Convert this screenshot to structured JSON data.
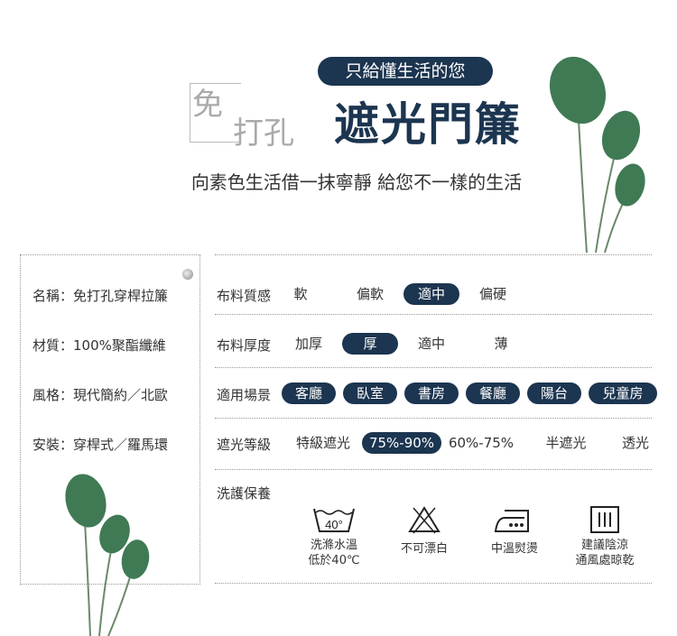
{
  "header": {
    "tagline": "只給懂生活的您",
    "prefix_1": "免",
    "prefix_2": "打孔",
    "title": "遮光門簾",
    "subtitle": "向素色生活借一抹寧靜 給您不一樣的生活"
  },
  "specs": [
    "名稱：免打孔穿桿拉簾",
    "材質：100%聚酯纖維",
    "風格：現代簡約／北歐",
    "安裝：穿桿式／羅馬環"
  ],
  "attributes": [
    {
      "label": "布料質感",
      "options": [
        "軟",
        "偏軟",
        "適中",
        "偏硬"
      ],
      "selected": "適中"
    },
    {
      "label": "布料厚度",
      "options": [
        "加厚",
        "厚",
        "適中",
        "薄"
      ],
      "selected": "厚"
    },
    {
      "label": "適用場景",
      "options": [
        "客廳",
        "臥室",
        "書房",
        "餐廳",
        "陽台",
        "兒童房"
      ],
      "selected": "all"
    },
    {
      "label": "遮光等級",
      "options": [
        "特級遮光",
        "75%-90%",
        "60%-75%",
        "半遮光",
        "透光"
      ],
      "selected": "75%-90%"
    }
  ],
  "care": {
    "label": "洗護保養",
    "items": [
      {
        "icon": "wash-40-icon",
        "text1": "洗滌水溫",
        "text2": "低於40℃",
        "temp": "40°"
      },
      {
        "icon": "no-bleach-icon",
        "text1": "不可漂白"
      },
      {
        "icon": "iron-medium-icon",
        "text1": "中溫熨燙"
      },
      {
        "icon": "dry-shade-icon",
        "text1": "建議陰涼",
        "text2": "通風處晾乾"
      }
    ]
  },
  "colors": {
    "accent": "#1c3550",
    "leaf": "#3f7a55"
  }
}
